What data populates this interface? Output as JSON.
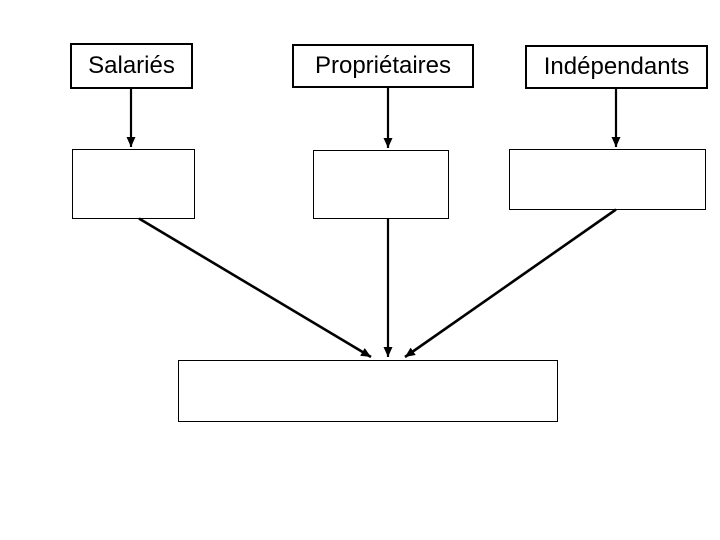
{
  "page": {
    "background_color": "#ffffff"
  },
  "diagram": {
    "stroke_color": "#000000",
    "text_color": "#000000",
    "top_boxes": [
      {
        "label": "Salariés"
      },
      {
        "label": "Propriétaires"
      },
      {
        "label": "Indépendants"
      }
    ],
    "middle_boxes": [
      {
        "label": ""
      },
      {
        "label": ""
      },
      {
        "label": ""
      }
    ],
    "bottom_box": {
      "label": ""
    }
  }
}
